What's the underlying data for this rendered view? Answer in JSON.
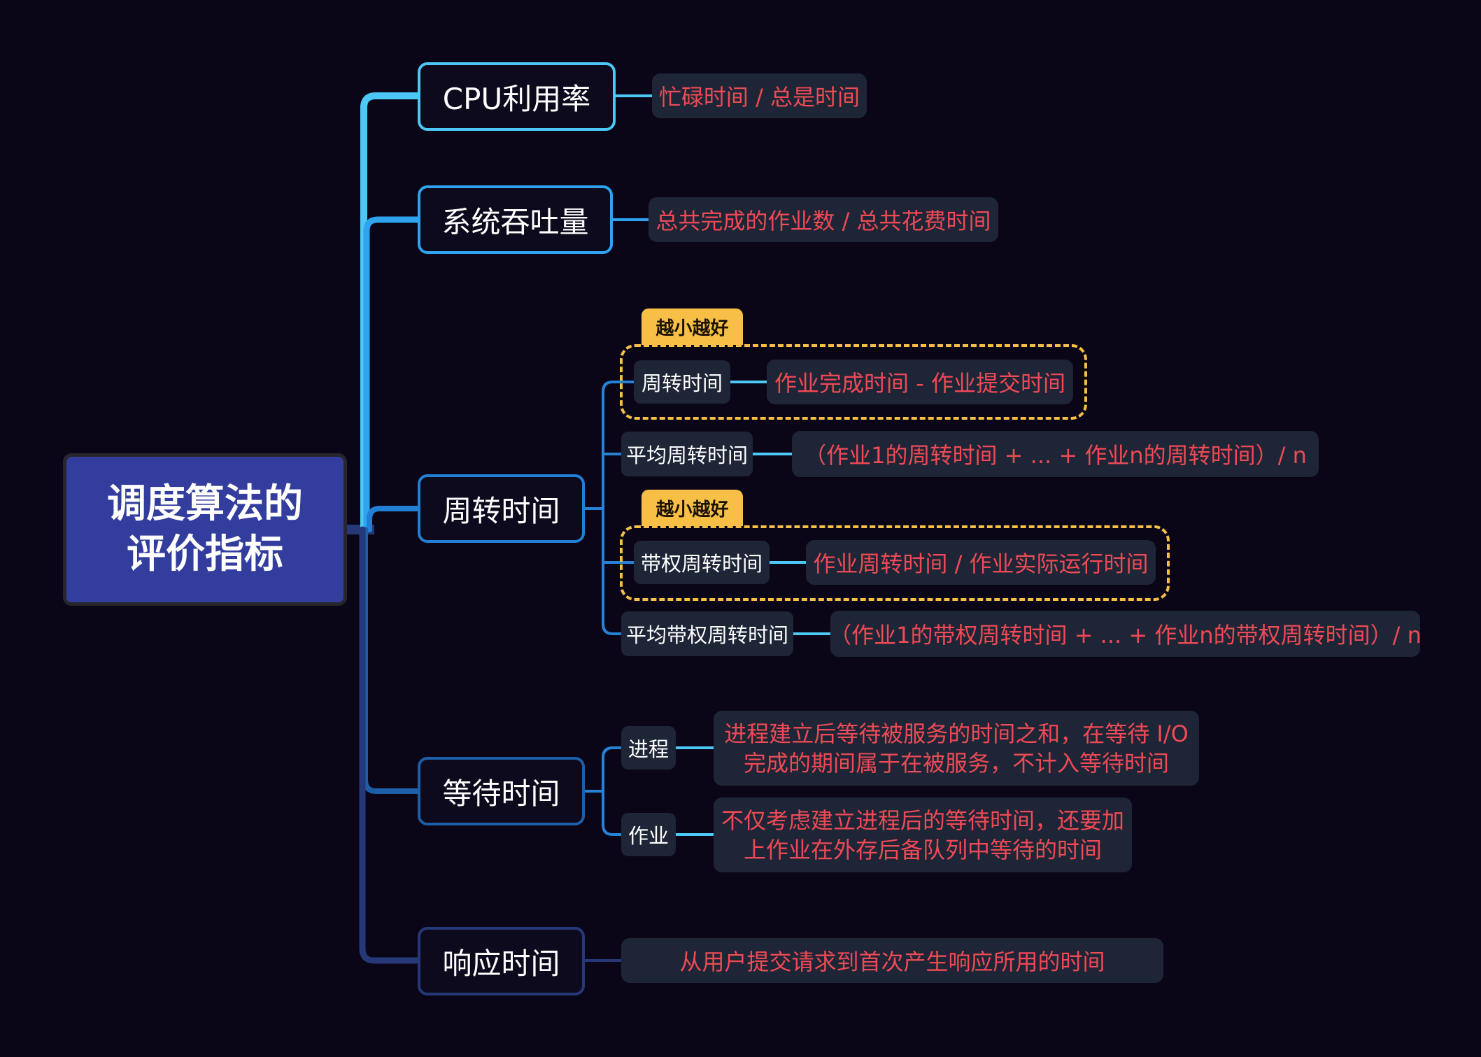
{
  "root": {
    "line1": "调度算法的",
    "line2": "评价指标"
  },
  "branches": {
    "cpu": {
      "label": "CPU利用率",
      "formula": "忙碌时间 / 总是时间"
    },
    "throughput": {
      "label": "系统吞吐量",
      "formula": "总共完成的作业数 / 总共花费时间"
    },
    "turnaround": {
      "label": "周转时间",
      "items": {
        "tt": {
          "label": "周转时间",
          "formula": "作业完成时间 - 作业提交时间",
          "badge": "越小越好"
        },
        "avg_tt": {
          "label": "平均周转时间",
          "formula": "（作业1的周转时间 + ... + 作业n的周转时间）/ n"
        },
        "wtt": {
          "label": "带权周转时间",
          "formula": "作业周转时间 / 作业实际运行时间",
          "badge": "越小越好"
        },
        "avg_wtt": {
          "label": "平均带权周转时间",
          "formula": "（作业1的带权周转时间 + ... + 作业n的带权周转时间）/ n"
        }
      }
    },
    "waiting": {
      "label": "等待时间",
      "items": {
        "process": {
          "label": "进程",
          "line1": "进程建立后等待被服务的时间之和，在等待 I/O",
          "line2": "完成的期间属于在被服务，不计入等待时间"
        },
        "job": {
          "label": "作业",
          "line1": "不仅考虑建立进程后的等待时间，还要加",
          "line2": "上作业在外存后备队列中等待的时间"
        }
      }
    },
    "response": {
      "label": "响应时间",
      "formula": "从用户提交请求到首次产生响应所用的时间"
    }
  },
  "colors": {
    "cpu": "#4cc8f4",
    "throughput": "#2fa3ee",
    "turnaround": "#237fd6",
    "waiting": "#1c5ea8",
    "response": "#263878",
    "sub_link": "#2682d6",
    "leaf_link": "#4cc8f4",
    "formula_text": "#ef4a55",
    "badge": "#f7bf45"
  }
}
